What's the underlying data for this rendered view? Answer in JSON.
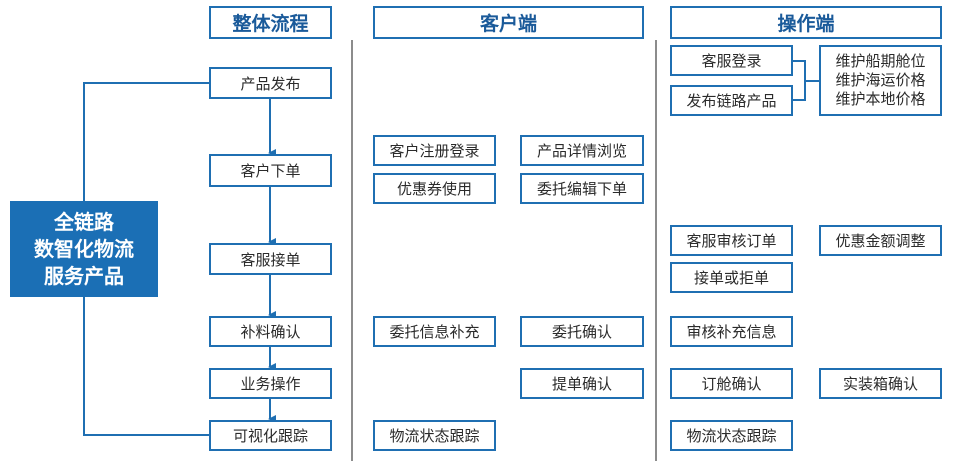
{
  "colors": {
    "accent": "#1f6fb2",
    "main_fill": "#1b6fb5",
    "divider": "#8c8c8c"
  },
  "headers": {
    "flow": "整体流程",
    "client": "客户端",
    "operator": "操作端"
  },
  "main_box": {
    "lines": [
      "全链路",
      "数智化物流",
      "服务产品"
    ]
  },
  "flow": {
    "steps": [
      "产品发布",
      "客户下单",
      "客服接单",
      "补料确认",
      "业务操作",
      "可视化跟踪"
    ]
  },
  "client": {
    "register": "客户注册登录",
    "browse": "产品详情浏览",
    "coupon": "优惠券使用",
    "entrust_order": "委托编辑下单",
    "entrust_info": "委托信息补充",
    "entrust_confirm": "委托确认",
    "bl_confirm": "提单确认",
    "tracking": "物流状态跟踪"
  },
  "operator": {
    "cs_login": "客服登录",
    "publish": "发布链路产品",
    "maintain": [
      "维护船期舱位",
      "维护海运价格",
      "维护本地价格"
    ],
    "cs_review": "客服审核订单",
    "discount_adjust": "优惠金额调整",
    "accept_reject": "接单或拒单",
    "review_supplement": "审核补充信息",
    "booking_confirm": "订舱确认",
    "loading_confirm": "实装箱确认",
    "tracking": "物流状态跟踪"
  }
}
